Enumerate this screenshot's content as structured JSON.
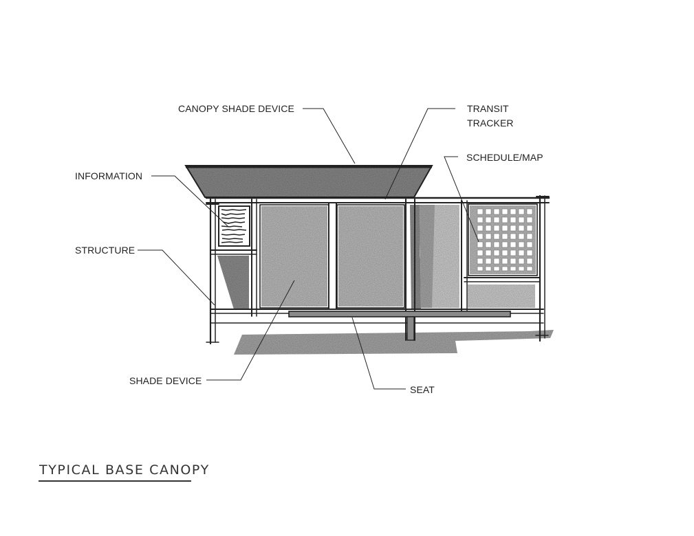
{
  "diagram": {
    "labels": {
      "canopy_shade_device": "CANOPY SHADE DEVICE",
      "transit_tracker": [
        "TRANSIT",
        "TRACKER"
      ],
      "schedule_map": "SCHEDULE/MAP",
      "information": "INFORMATION",
      "structure": "STRUCTURE",
      "shade_device": "SHADE DEVICE",
      "seat": "SEAT"
    },
    "caption": "TYPICAL BASE CANOPY"
  },
  "colors": {
    "ink": "#222222",
    "canopy": "#8a8a8a",
    "panel": "#bdbdbd",
    "shadow": "#9a9a9a",
    "ground": "#a8a8a8"
  }
}
